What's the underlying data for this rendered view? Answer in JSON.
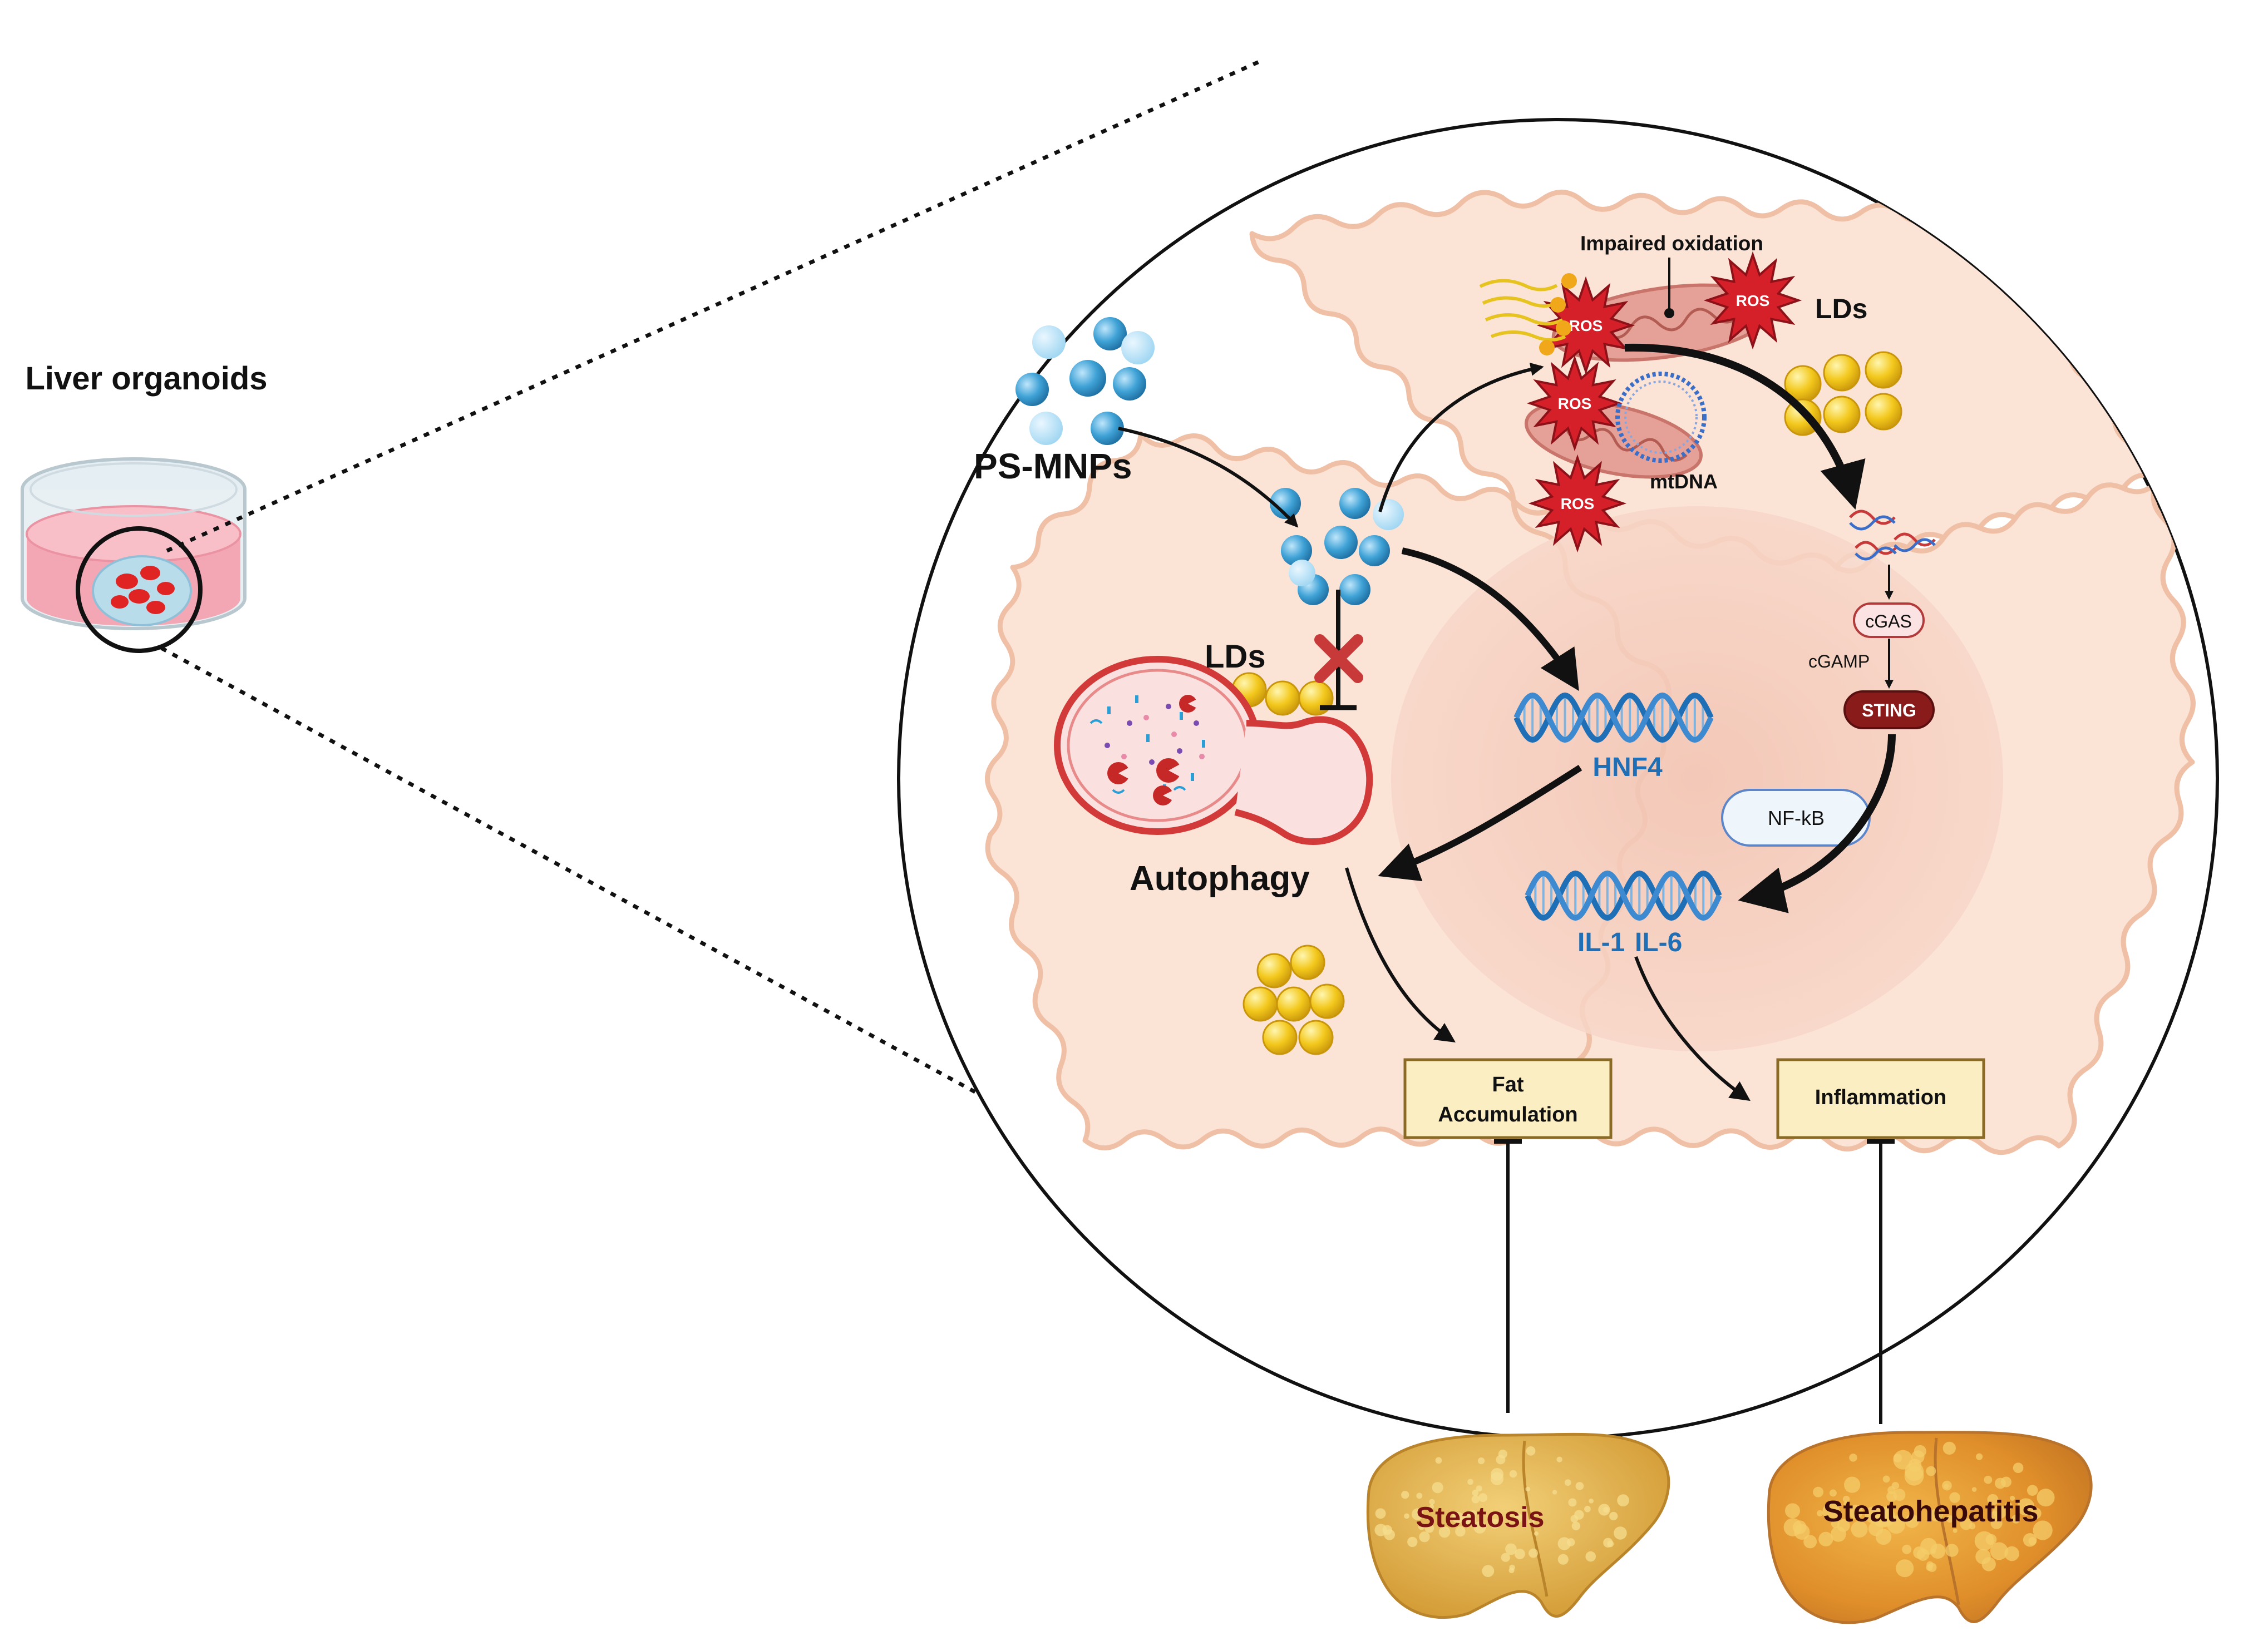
{
  "labels": {
    "liver_organoids": "Liver organoids",
    "ps_mnps": "PS-MNPs",
    "impaired_oxidation": "Impaired oxidation",
    "ros": "ROS",
    "lds_top": "LDs",
    "mtdna": "mtDNA",
    "lds_left": "LDs",
    "autophagy": "Autophagy",
    "hnf4": "HNF4",
    "cgas": "cGAS",
    "cgamp": "cGAMP",
    "sting": "STING",
    "nfkb": "NF-kB",
    "il1": "IL-1",
    "il6": "IL-6",
    "fat_accumulation_line1": "Fat",
    "fat_accumulation_line2": "Accumulation",
    "inflammation": "Inflammation",
    "steatosis": "Steatosis",
    "steatohepatitis": "Steatohepatitis"
  },
  "colors": {
    "cell_fill": "#fbe3d6",
    "cell_border": "#f0c0a6",
    "nucleus_fill": "#f6cfc0",
    "ros_red": "#d5202a",
    "lipid_yellow": "#f3c81c",
    "nanoparticle_blue": "#3fa2d6",
    "dna_blue": "#1e6fb5",
    "outcome_box_fill": "#fbeec3",
    "outcome_box_border": "#8a6a25",
    "sting_fill": "#8a1b1b",
    "liver_fill": "#e7b95a",
    "inflamed_liver_fill": "#e9a23c",
    "dish_pink": "#f3a7b4",
    "organoid_red": "#e02424"
  },
  "icons": [
    "culture-dish-icon",
    "nanoparticle-icon",
    "ros-burst-icon",
    "mitochondrion-icon",
    "lipid-droplet-icon",
    "dna-helix-icon",
    "autolysosome-icon",
    "block-x-icon",
    "liver-icon"
  ]
}
